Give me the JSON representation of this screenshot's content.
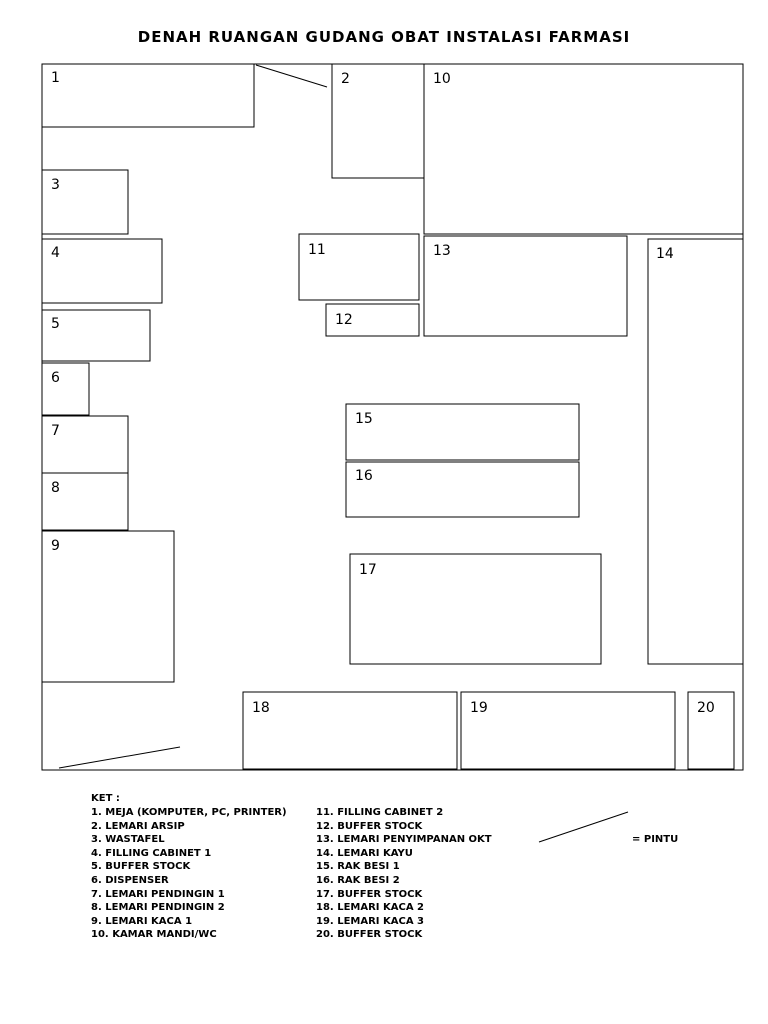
{
  "title": "DENAH RUANGAN GUDANG OBAT INSTALASI FARMASI",
  "rooms": [
    {
      "id": "1",
      "label": "1"
    },
    {
      "id": "2",
      "label": "2"
    },
    {
      "id": "3",
      "label": "3"
    },
    {
      "id": "4",
      "label": "4"
    },
    {
      "id": "5",
      "label": "5"
    },
    {
      "id": "6",
      "label": "6"
    },
    {
      "id": "7",
      "label": "7"
    },
    {
      "id": "8",
      "label": "8"
    },
    {
      "id": "9",
      "label": "9"
    },
    {
      "id": "10",
      "label": "10"
    },
    {
      "id": "11",
      "label": "11"
    },
    {
      "id": "12",
      "label": "12"
    },
    {
      "id": "13",
      "label": "13"
    },
    {
      "id": "14",
      "label": "14"
    },
    {
      "id": "15",
      "label": "15"
    },
    {
      "id": "16",
      "label": "16"
    },
    {
      "id": "17",
      "label": "17"
    },
    {
      "id": "18",
      "label": "18"
    },
    {
      "id": "19",
      "label": "19"
    },
    {
      "id": "20",
      "label": "20"
    }
  ],
  "legend": {
    "heading": "KET :",
    "left": [
      "1. MEJA (KOMPUTER, PC, PRINTER)",
      "2. LEMARI ARSIP",
      "3. WASTAFEL",
      "4. FILLING CABINET 1",
      "5. BUFFER STOCK",
      "6. DISPENSER",
      "7. LEMARI PENDINGIN 1",
      "8. LEMARI PENDINGIN 2",
      "9. LEMARI KACA 1",
      "10. KAMAR MANDI/WC"
    ],
    "right": [
      "11. FILLING CABINET 2",
      "12. BUFFER STOCK",
      "13. LEMARI PENYIMPANAN OKT",
      "14. LEMARI KAYU",
      "15. RAK BESI 1",
      "16. RAK BESI 2",
      "17. BUFFER STOCK",
      "18. LEMARI KACA 2",
      "19. LEMARI KACA 3",
      "20. BUFFER STOCK"
    ],
    "door_label": "= PINTU"
  }
}
